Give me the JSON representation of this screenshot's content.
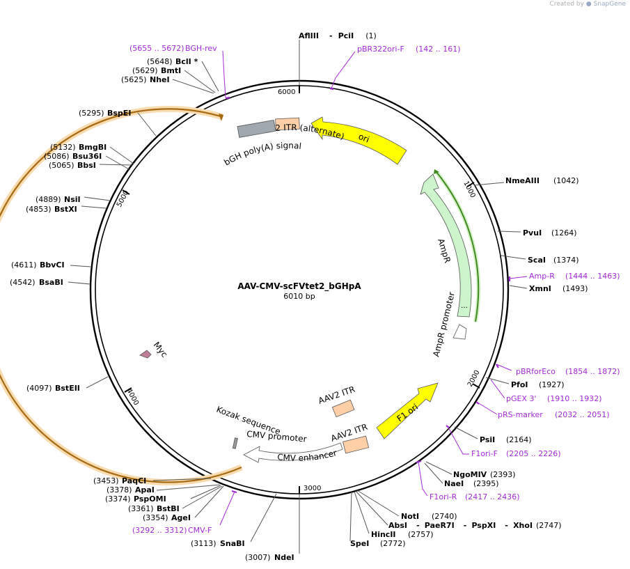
{
  "credit": {
    "created_by": "Created by",
    "brand": "SnapGene"
  },
  "plasmid": {
    "name": "AAV-CMV-scFVtet2_bGHpA",
    "length_label": "6010 bp"
  },
  "ruler": [
    "1000",
    "2000",
    "3000",
    "4000",
    "5000",
    "6000"
  ],
  "sites": {
    "afliii_pcii": {
      "name": "AflIII",
      "sep": "-",
      "name2": "PciI",
      "pos": "(1)"
    },
    "nmeaiii": {
      "name": "NmeAIII",
      "pos": "(1042)"
    },
    "pvui": {
      "name": "PvuI",
      "pos": "(1264)"
    },
    "scai": {
      "name": "ScaI",
      "pos": "(1374)"
    },
    "xmni": {
      "name": "XmnI",
      "pos": "(1493)"
    },
    "pfoi": {
      "name": "PfoI",
      "pos": "(1927)"
    },
    "psii": {
      "name": "PsiI",
      "pos": "(2164)"
    },
    "ngomiv": {
      "name": "NgoMIV",
      "pos": "(2393)"
    },
    "naei": {
      "name": "NaeI",
      "pos": "(2395)"
    },
    "noti": {
      "name": "NotI",
      "pos": "(2740)"
    },
    "absi": {
      "name": "AbsI",
      "sep1": "-",
      "name2": "PaeR7I",
      "sep2": "-",
      "name3": "PspXI",
      "sep3": "-",
      "name4": "XhoI",
      "pos": "(2747)"
    },
    "hincii": {
      "name": "HincII",
      "pos": "(2757)"
    },
    "spei": {
      "name": "SpeI",
      "pos": "(2772)"
    },
    "ndei": {
      "name": "NdeI",
      "pos": "(3007)"
    },
    "snabi": {
      "name": "SnaBI",
      "pos": "(3113)"
    },
    "agei": {
      "name": "AgeI",
      "pos": "(3354)"
    },
    "bstbi": {
      "name": "BstBI",
      "pos": "(3361)"
    },
    "pspomi": {
      "name": "PspOMI",
      "pos": "(3374)"
    },
    "apai": {
      "name": "ApaI",
      "pos": "(3378)"
    },
    "paqci": {
      "name": "PaqCI",
      "pos": "(3453)"
    },
    "bsteii": {
      "name": "BstEII",
      "pos": "(4097)"
    },
    "bsabi": {
      "name": "BsaBI",
      "pos": "(4542)"
    },
    "bbvci": {
      "name": "BbvCI",
      "pos": "(4611)"
    },
    "bstxi": {
      "name": "BstXI",
      "pos": "(4853)"
    },
    "nsii": {
      "name": "NsiI",
      "pos": "(4889)"
    },
    "bbsi": {
      "name": "BbsI",
      "pos": "(5065)"
    },
    "bsu36i": {
      "name": "Bsu36I",
      "pos": "(5086)"
    },
    "bmgbi": {
      "name": "BmgBI",
      "pos": "(5132)"
    },
    "bspei": {
      "name": "BspEI",
      "pos": "(5295)"
    },
    "nhei": {
      "name": "NheI",
      "pos": "(5625)"
    },
    "bmti": {
      "name": "BmtI",
      "pos": "(5629)"
    },
    "bcli": {
      "name": "BclI *",
      "pos": "(5648)"
    }
  },
  "primers": {
    "bgh_rev": {
      "name": "BGH-rev",
      "range": "(5655 .. 5672)"
    },
    "pbr322ori_f": {
      "name": "pBR322ori-F",
      "range": "(142 .. 161)"
    },
    "amp_r": {
      "name": "Amp-R",
      "range": "(1444 .. 1463)"
    },
    "pbrforeco": {
      "name": "pBRforEco",
      "range": "(1854 .. 1872)"
    },
    "pgex3": {
      "name": "pGEX 3'",
      "range": "(1910 .. 1932)"
    },
    "prs_marker": {
      "name": "pRS-marker",
      "range": "(2032 .. 2051)"
    },
    "f1ori_f": {
      "name": "F1ori-F",
      "range": "(2205 .. 2226)"
    },
    "f1ori_r": {
      "name": "F1ori-R",
      "range": "(2417 .. 2436)"
    },
    "cmv_f": {
      "name": "CMV-F",
      "range": "(3292 .. 3312)"
    }
  },
  "features": {
    "ori": "ori",
    "aav2_itr_alt": "AAV2 ITR (alternate)",
    "bgh_polya": "bGH poly(A) signal",
    "ampr": "AmpR",
    "ampr_promoter": "AmpR promoter",
    "f1_ori": "F1 ori",
    "aav2_itr_1": "AAV2 ITR",
    "aav2_itr_2": "AAV2 ITR",
    "cmv_enhancer": "CMV enhancer",
    "cmv_promoter": "CMV promoter",
    "kozak": "Kozak sequence",
    "myc": "Myc"
  },
  "colors": {
    "ori": "#ffff00",
    "ampr": "#ccf5cc",
    "aav2_itr": "#ffd0a8",
    "bgh": "#a0a8b0",
    "orf": "#f5b150",
    "myc": "#c07e96",
    "primer": "#a32ad8"
  }
}
